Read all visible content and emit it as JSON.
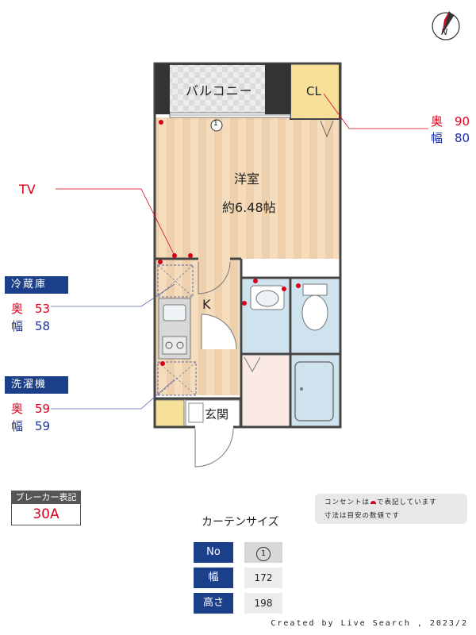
{
  "rooms": {
    "balcony": "バルコニー",
    "closet": "CL",
    "western_room": "洋室",
    "western_room_size": "約6.48帖",
    "kitchen": "K",
    "entrance": "玄関",
    "window_no": "1"
  },
  "closet_dims": {
    "depth_label": "奥",
    "depth_value": "90",
    "width_label": "幅",
    "width_value": "80"
  },
  "tv_label": "TV",
  "fridge": {
    "title": "冷蔵庫",
    "depth_label": "奥",
    "depth_value": "53",
    "width_label": "幅",
    "width_value": "58"
  },
  "washer": {
    "title": "洗濯機",
    "depth_label": "奥",
    "depth_value": "59",
    "width_label": "幅",
    "width_value": "59"
  },
  "breaker": {
    "title": "ブレーカー表記",
    "value": "30A"
  },
  "note": {
    "line1a": "コンセントは",
    "line1b": "で表記しています",
    "line2": "寸法は目安の数値です"
  },
  "curtain": {
    "title": "カーテンサイズ",
    "rows": [
      {
        "key": "No",
        "value": "1"
      },
      {
        "key": "幅",
        "value": "172"
      },
      {
        "key": "高さ",
        "value": "198"
      }
    ]
  },
  "credit": "Created by Live Search , 2023/2",
  "compass": "N",
  "colors": {
    "red": "#d9001b",
    "navy": "#1c3f8a",
    "floor": "#f2d9b8"
  }
}
